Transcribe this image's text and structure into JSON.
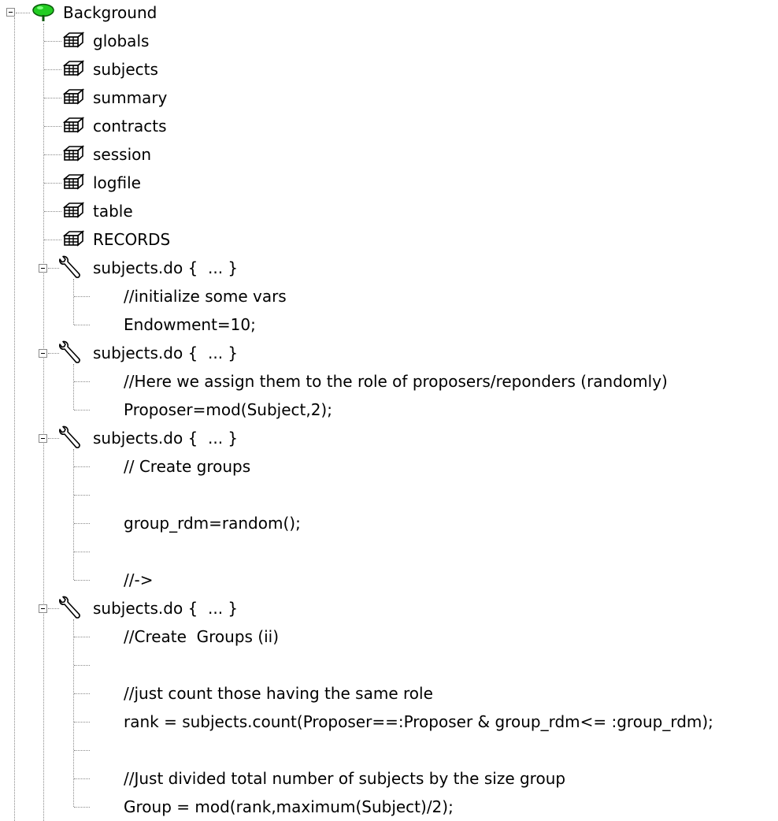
{
  "tree": {
    "root": {
      "label": "Background",
      "icon": "green-tree-icon",
      "expanded": true
    },
    "tables": [
      {
        "label": "globals",
        "icon": "table-icon"
      },
      {
        "label": "subjects",
        "icon": "table-icon"
      },
      {
        "label": "summary",
        "icon": "table-icon"
      },
      {
        "label": "contracts",
        "icon": "table-icon"
      },
      {
        "label": "session",
        "icon": "table-icon"
      },
      {
        "label": "logfile",
        "icon": "table-icon"
      },
      {
        "label": "table",
        "icon": "table-icon"
      },
      {
        "label": "RECORDS",
        "icon": "table-icon"
      }
    ],
    "programs": [
      {
        "label": "subjects.do {  ... }",
        "icon": "wrench-icon",
        "lines": [
          "//initialize some vars",
          "Endowment=10;"
        ]
      },
      {
        "label": "subjects.do {  ... }",
        "icon": "wrench-icon",
        "lines": [
          "//Here we assign them to the role of proposers/reponders (randomly)",
          "Proposer=mod(Subject,2);"
        ]
      },
      {
        "label": "subjects.do {  ... }",
        "icon": "wrench-icon",
        "lines": [
          "// Create groups",
          "",
          "group_rdm=random();",
          "",
          "//->"
        ]
      },
      {
        "label": "subjects.do {  ... }",
        "icon": "wrench-icon",
        "lines": [
          "//Create  Groups (ii)",
          "",
          "//just count those having the same role",
          "rank = subjects.count(Proposer==:Proposer & group_rdm<= :group_rdm);",
          "",
          "//Just divided total number of subjects by the size group",
          "Group = mod(rank,maximum(Subject)/2);"
        ]
      }
    ]
  }
}
